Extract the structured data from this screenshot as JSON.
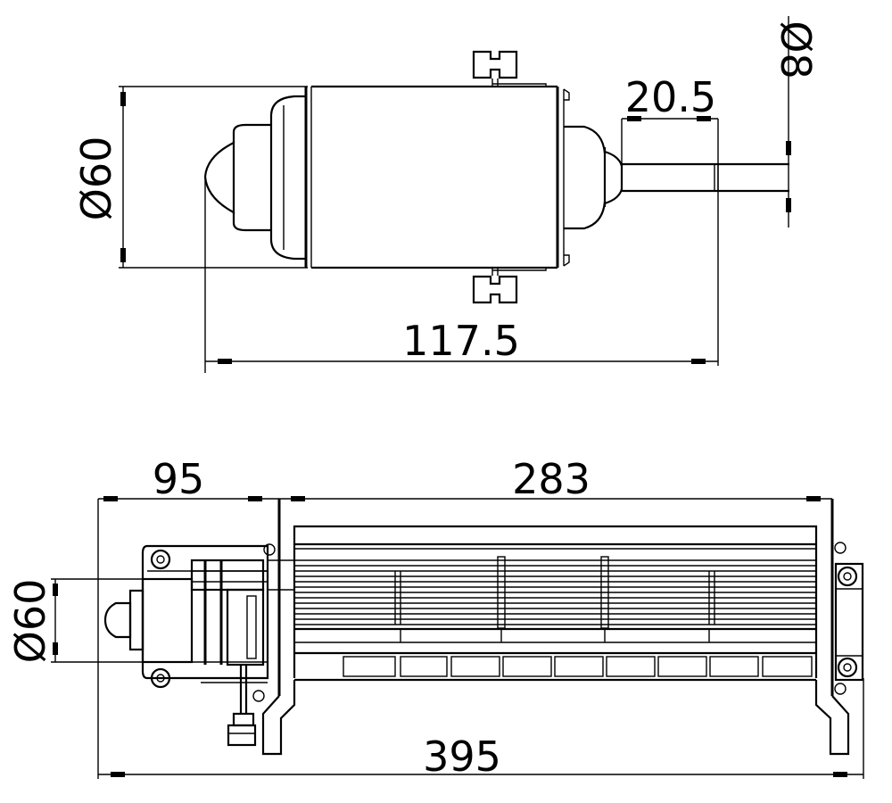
{
  "drawing": {
    "top_view": {
      "motor_diameter_label": "Ø60",
      "shaft_length_label": "20.5",
      "shaft_diameter_label": "Ø8",
      "overall_length_label": "117.5"
    },
    "bottom_view": {
      "left_section_label": "95",
      "blower_length_label": "283",
      "motor_diameter_label": "Ø60",
      "overall_length_label": "395"
    }
  }
}
